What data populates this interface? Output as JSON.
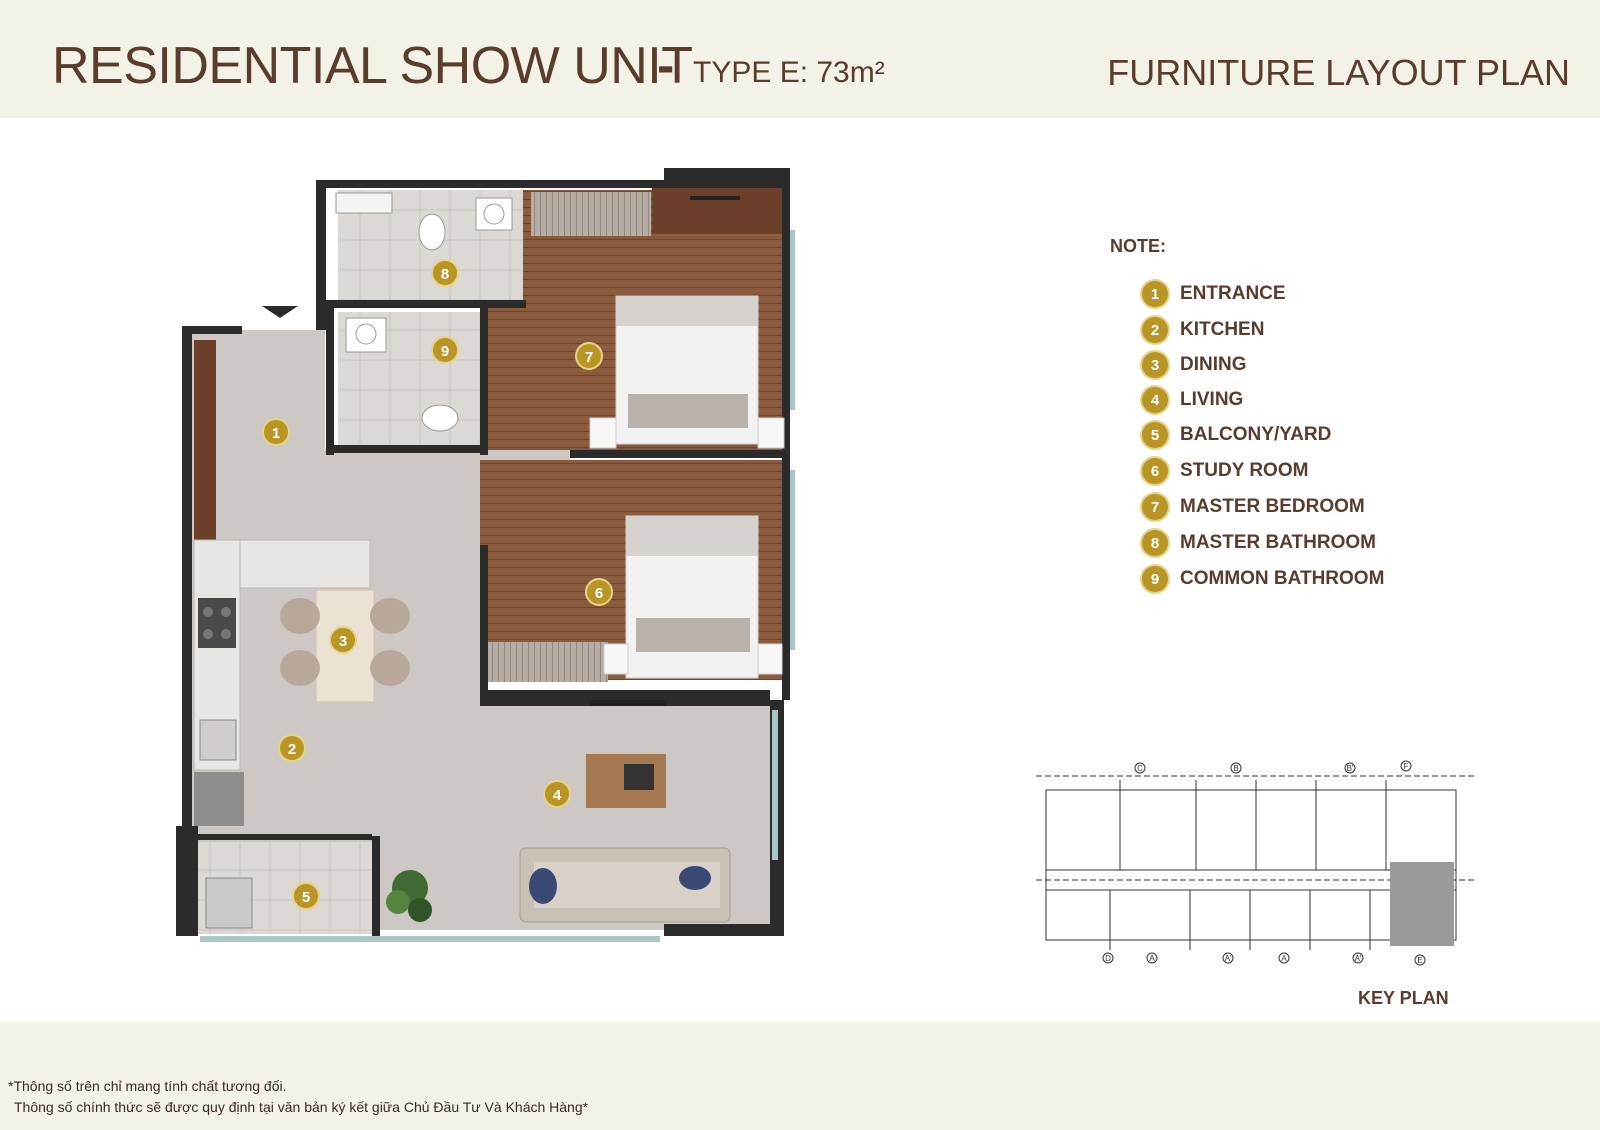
{
  "header": {
    "title": "RESIDENTIAL SHOW UNIT",
    "separator": "-",
    "type": "TYPE E: 73m²",
    "plan_title": "FURNITURE LAYOUT  PLAN"
  },
  "legend": {
    "title": "NOTE:",
    "items": [
      {
        "num": "1",
        "label": "ENTRANCE"
      },
      {
        "num": "2",
        "label": "KITCHEN"
      },
      {
        "num": "3",
        "label": "DINING"
      },
      {
        "num": "4",
        "label": "LIVING"
      },
      {
        "num": "5",
        "label": "BALCONY/YARD"
      },
      {
        "num": "6",
        "label": "STUDY ROOM"
      },
      {
        "num": "7",
        "label": "MASTER BEDROOM"
      },
      {
        "num": "8",
        "label": "MASTER BATHROOM"
      },
      {
        "num": "9",
        "label": "COMMON BATHROOM"
      }
    ]
  },
  "keyplan": {
    "label": "KEY PLAN",
    "grid_top": [
      "C",
      "B",
      "B'",
      "F"
    ],
    "grid_bottom": [
      "D",
      "A",
      "A'",
      "A",
      "A'",
      "E"
    ]
  },
  "footer": {
    "line1": "*Thông số trên chỉ mang tính chất tương đối.",
    "line2": "Thông số chính thức sẽ được quy định tại văn bản ký kết giữa Chủ Đầu Tư Và Khách Hàng*"
  },
  "colors": {
    "brown": "#5a3b2c",
    "gold_badge": "#b89524",
    "header_bg": "#f2f3e6",
    "floor_tile": "#cdc8c4",
    "wood": "#8a5a3e",
    "wall": "#2b2b2b"
  }
}
